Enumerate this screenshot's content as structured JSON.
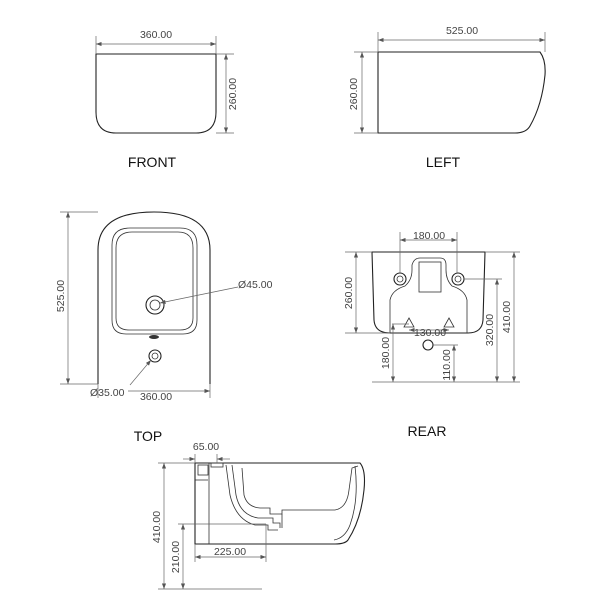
{
  "views": {
    "front": {
      "label": "FRONT",
      "width": "360.00",
      "height": "260.00"
    },
    "left": {
      "label": "LEFT",
      "width": "525.00",
      "height": "260.00"
    },
    "top": {
      "label": "TOP",
      "length": "525.00",
      "width": "360.00",
      "hole_large": "Ø45.00",
      "hole_small": "Ø35.00"
    },
    "rear": {
      "label": "REAR",
      "fixing_spacing": "180.00",
      "height": "260.00",
      "total_height": "410.00",
      "fixing_height": "320.00",
      "inlet_height": "180.00",
      "inlet_spacing": "130.00",
      "waste_height": "110.00"
    },
    "section": {
      "setback": "65.00",
      "height": "410.00",
      "waste_height": "210.00",
      "waste_offset": "225.00"
    }
  }
}
